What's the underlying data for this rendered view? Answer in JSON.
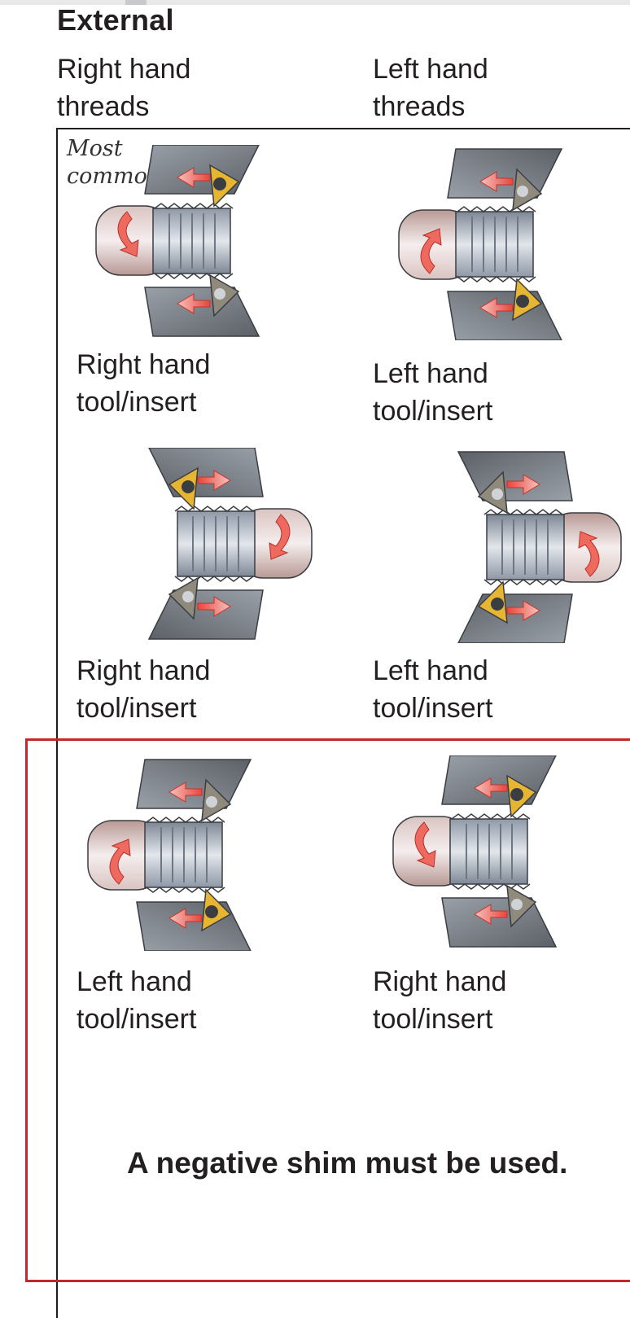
{
  "heading": "External",
  "columns": {
    "right_threads": [
      "Right hand",
      "threads"
    ],
    "left_threads": [
      "Left hand",
      "threads"
    ]
  },
  "most_common": [
    "Most",
    "common"
  ],
  "figures": [
    {
      "label": [
        "Right hand",
        "tool/insert"
      ]
    },
    {
      "label": [
        "Left hand",
        "tool/insert"
      ]
    },
    {
      "label": [
        "Right hand",
        "tool/insert"
      ]
    },
    {
      "label": [
        "Left hand",
        "tool/insert"
      ]
    },
    {
      "label": [
        "Left hand",
        "tool/insert"
      ]
    },
    {
      "label": [
        "Right hand",
        "tool/insert"
      ]
    }
  ],
  "note": "A negative shim must be used.",
  "colors": {
    "highlight_border": "#c1272d",
    "insert_gold": "#e6b633",
    "holder_gray": "#7a7f86",
    "arrow_red": "#e8453c"
  }
}
